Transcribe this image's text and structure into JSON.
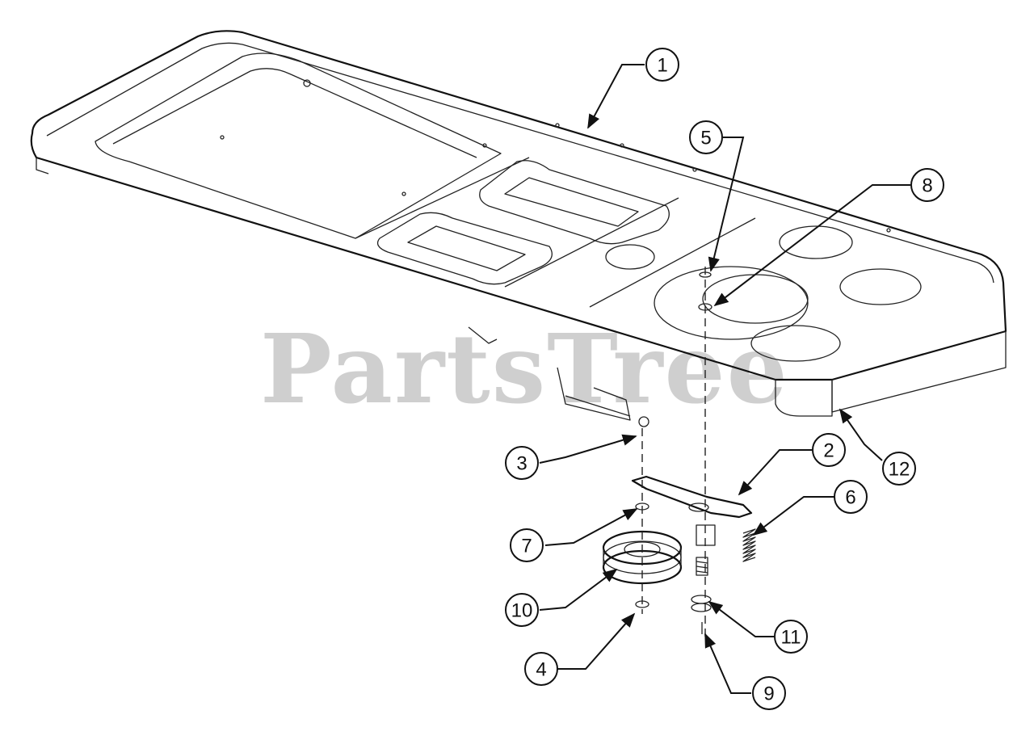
{
  "watermark": "PartsTree",
  "callouts": [
    {
      "id": "1",
      "label": "1"
    },
    {
      "id": "2",
      "label": "2"
    },
    {
      "id": "3",
      "label": "3"
    },
    {
      "id": "4",
      "label": "4"
    },
    {
      "id": "5",
      "label": "5"
    },
    {
      "id": "6",
      "label": "6"
    },
    {
      "id": "7",
      "label": "7"
    },
    {
      "id": "8",
      "label": "8"
    },
    {
      "id": "9",
      "label": "9"
    },
    {
      "id": "10",
      "label": "10"
    },
    {
      "id": "11",
      "label": "11"
    },
    {
      "id": "12",
      "label": "12"
    }
  ]
}
